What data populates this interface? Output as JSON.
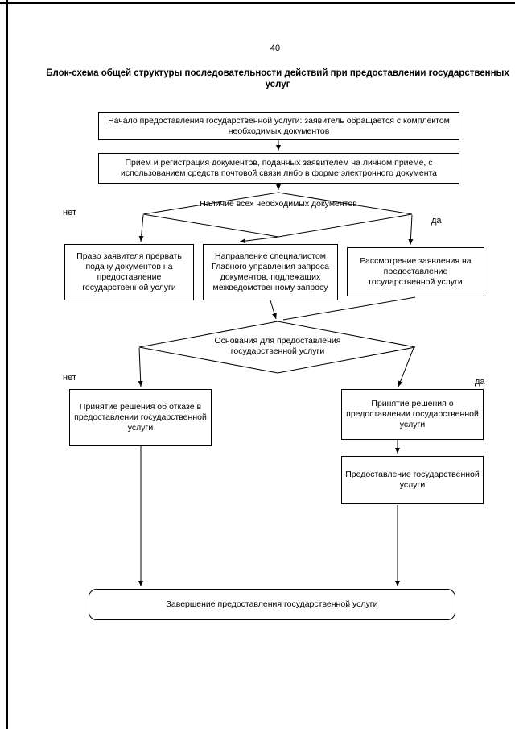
{
  "page": {
    "number": "40",
    "title": "Блок-схема общей структуры последовательности действий при предоставлении государственных услуг"
  },
  "flowchart": {
    "start": "Начало предоставления государственной услуги: заявитель обращается с комплектом необходимых документов",
    "reception": "Прием и регистрация документов, поданных заявителем на личном приеме, с использованием средств почтовой связи либо в форме электронного документа",
    "decision_documents": "Наличие всех необходимых документов",
    "interrupt_right": "Право заявителя прервать подачу документов на предоставление государственной услуги",
    "interagency_request": "Направление специалистом Главного управления запроса документов, подлежащих межведомственному запросу",
    "application_review": "Рассмотрение заявления на предоставление государственной услуги",
    "decision_grounds": "Основания для предоставления государственной услуги",
    "refusal_decision": "Принятие решения об отказе в предоставлении государственной услуги",
    "approval_decision": "Принятие решения о предоставлении государственной услуги",
    "service_provision": "Предоставление государственной услуги",
    "end": "Завершение предоставления государственной услуги"
  },
  "branch_labels": {
    "no_documents": "нет",
    "yes_documents": "да",
    "no_grounds": "нет",
    "yes_grounds": "да"
  },
  "colors": {
    "line": "#000000",
    "background": "#ffffff"
  }
}
